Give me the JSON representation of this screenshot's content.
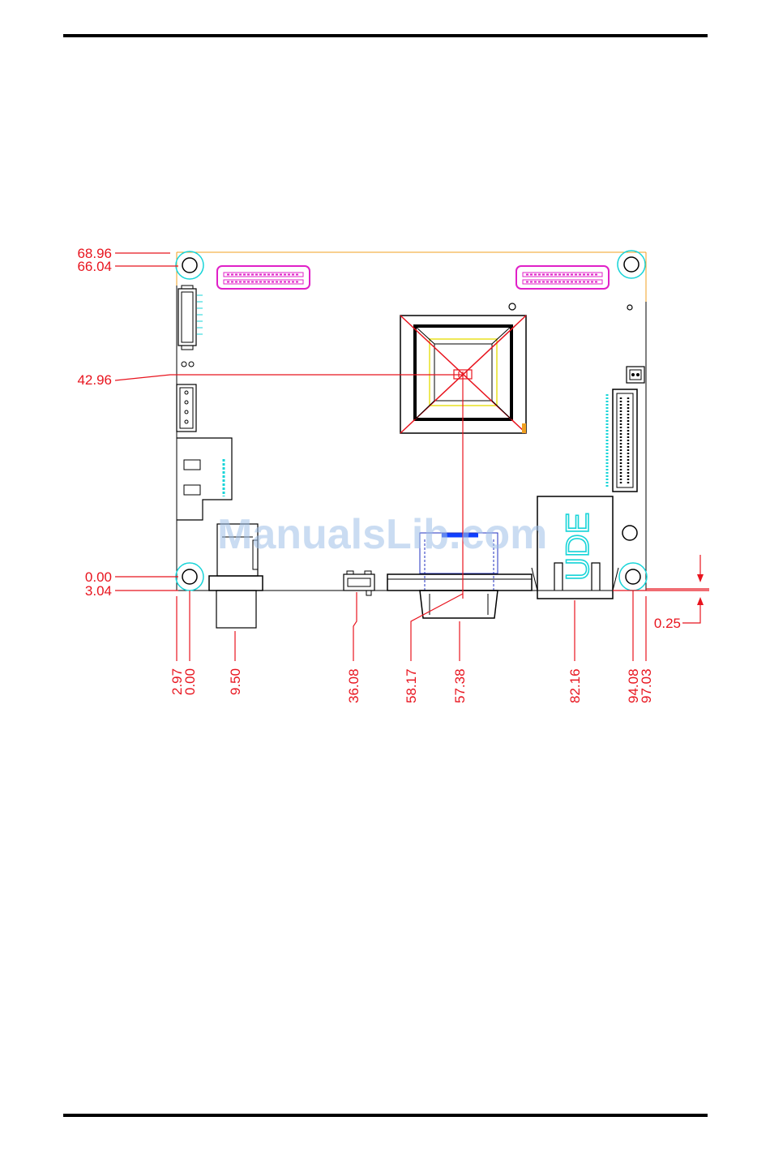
{
  "colors": {
    "dimension": "#e8141e",
    "board_outline": "#f0a020",
    "mounting_hole": "#17d4d8",
    "connector_magenta": "#e020c8",
    "connector_cyan": "#17d4d8",
    "cpu_inner": "#e8e020",
    "watermark": "#9fbfe8"
  },
  "diagram": {
    "left_dimensions": [
      "68.96",
      "66.04",
      "42.96",
      "0.00",
      "3.04"
    ],
    "bottom_dimensions": [
      "2.97",
      "0.00",
      "9.50",
      "36.08",
      "58.17",
      "57.38",
      "82.16",
      "94.08",
      "97.03"
    ],
    "right_dimension": "0.25",
    "lan_label": "UDE",
    "watermark": "ManualsLib.com"
  }
}
